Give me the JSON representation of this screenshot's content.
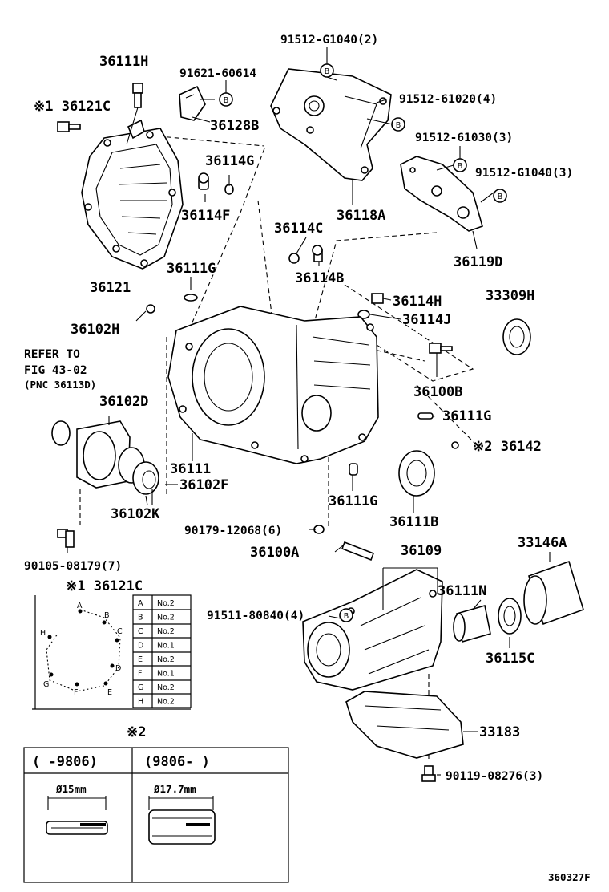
{
  "labels": {
    "p91512_g1040_2": "91512-G1040(2)",
    "p36111H": "36111H",
    "p91621_60614": "91621-60614",
    "p36121C_note": "※1 36121C",
    "p91512_61020_4": "91512-61020(4)",
    "p36128B": "36128B",
    "p91512_61030_3": "91512-61030(3)",
    "p36114G": "36114G",
    "p91512_g1040_3": "91512-G1040(3)",
    "p36114F": "36114F",
    "p36118A": "36118A",
    "p36114C": "36114C",
    "p36121": "36121",
    "p36119D": "36119D",
    "p36111G_a": "36111G",
    "p36114B": "36114B",
    "p36114H": "36114H",
    "p33309H": "33309H",
    "p36102H": "36102H",
    "p36114J": "36114J",
    "p36100B": "36100B",
    "p36102D": "36102D",
    "p36111G_b": "36111G",
    "p36142": "※2 36142",
    "p36111": "36111",
    "p36102F": "36102F",
    "p36102K": "36102K",
    "p36111G_c": "36111G",
    "p36111B": "36111B",
    "p90179": "90179-12068(6)",
    "p36109": "36109",
    "p33146A": "33146A",
    "p36100A": "36100A",
    "p90105": "90105-08179(7)",
    "p36121C_table": "※1 36121C",
    "p36111N": "36111N",
    "p91511": "91511-80840(4)",
    "p36115C": "36115C",
    "p33183": "33183",
    "p90119": "90119-08276(3)",
    "note2": "※2",
    "fig_id": "360327F",
    "b": "B"
  },
  "refer": {
    "line1": "REFER TO",
    "line2": "FIG 43-02",
    "line3": "(PNC 36113D)"
  },
  "bolt_table": {
    "rows": [
      {
        "key": "A",
        "val": "No.2"
      },
      {
        "key": "B",
        "val": "No.2"
      },
      {
        "key": "C",
        "val": "No.2"
      },
      {
        "key": "D",
        "val": "No.1"
      },
      {
        "key": "E",
        "val": "No.2"
      },
      {
        "key": "F",
        "val": "No.1"
      },
      {
        "key": "G",
        "val": "No.2"
      },
      {
        "key": "H",
        "val": "No.2"
      }
    ],
    "diagram_letters": [
      "A",
      "B",
      "C",
      "D",
      "E",
      "F",
      "G",
      "H"
    ]
  },
  "seal_table": {
    "col1_header": "(      -9806)",
    "col2_header": "(9806-      )",
    "col1_dim": "Ø15mm",
    "col2_dim": "Ø17.7mm"
  }
}
